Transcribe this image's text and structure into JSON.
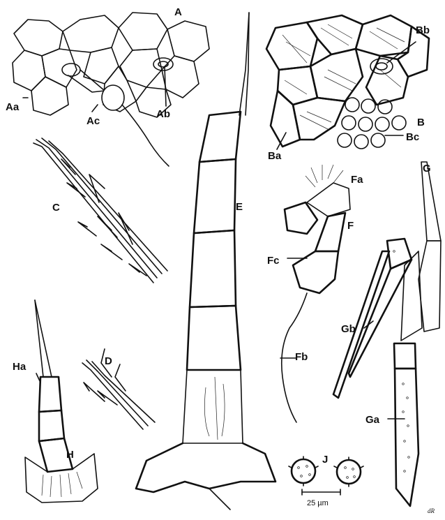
{
  "labels": {
    "A": "A",
    "Aa": "Aa",
    "Ab": "Ab",
    "Ac": "Ac",
    "B": "B",
    "Ba": "Ba",
    "Bb": "Bb",
    "Bc": "Bc",
    "C": "C",
    "D": "D",
    "E": "E",
    "F": "F",
    "Fa": "Fa",
    "Fb": "Fb",
    "Fc": "Fc",
    "G": "G",
    "Ga": "Ga",
    "Gb": "Gb",
    "H": "H",
    "Ha": "Ha",
    "J": "J"
  },
  "scale_bar": {
    "text": "25 µm"
  },
  "signature": "dR"
}
